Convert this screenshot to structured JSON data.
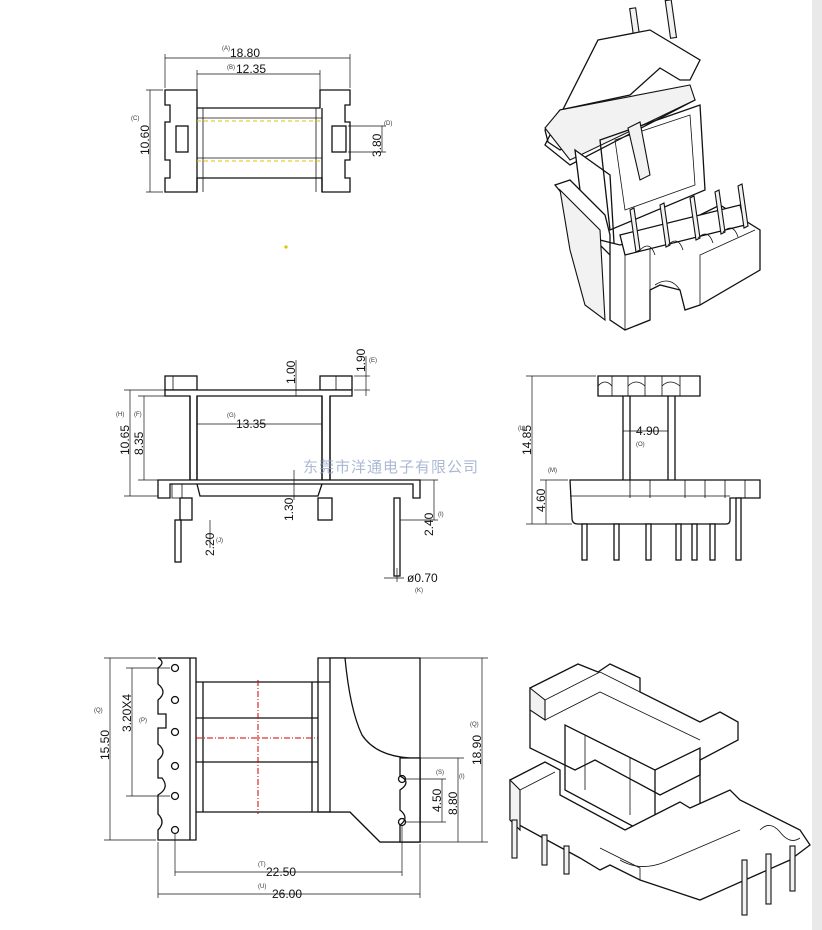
{
  "watermark": "东莞市洋通电子有限公司",
  "dimensions": {
    "A": "18.80",
    "B": "12.35",
    "C": "10.60",
    "D": "3.80",
    "E": "1.90",
    "F": "1.00",
    "G": "13.35",
    "H": "10.65",
    "I": "8.35",
    "J": "1.30",
    "K": "2.40",
    "L": "2.20",
    "M": "ø0.70",
    "N": "14.85",
    "O": "4.90",
    "P": "4.60",
    "Q": "15.50",
    "R": "3.20X4",
    "S": "18.90",
    "T": "4.50",
    "U": "8.80",
    "V": "22.50",
    "W": "26.00"
  },
  "tags": {
    "A": "(A)",
    "B": "(B)",
    "C": "(C)",
    "D": "(D)",
    "E": "(E)",
    "F": "(F)",
    "G": "(G)",
    "H": "(H)",
    "I": "(I)",
    "J": "(J)",
    "K": "(K)",
    "L": "(L)",
    "M": "(M)",
    "O": "(O)",
    "P": "(P)",
    "Q": "(Q)",
    "S": "(S)",
    "T": "(T)",
    "U": "(U)"
  },
  "colors": {
    "line": "#111111",
    "centerline": "#d00000",
    "hidden": "#e0c000",
    "watermark": "#8fa2c4"
  }
}
